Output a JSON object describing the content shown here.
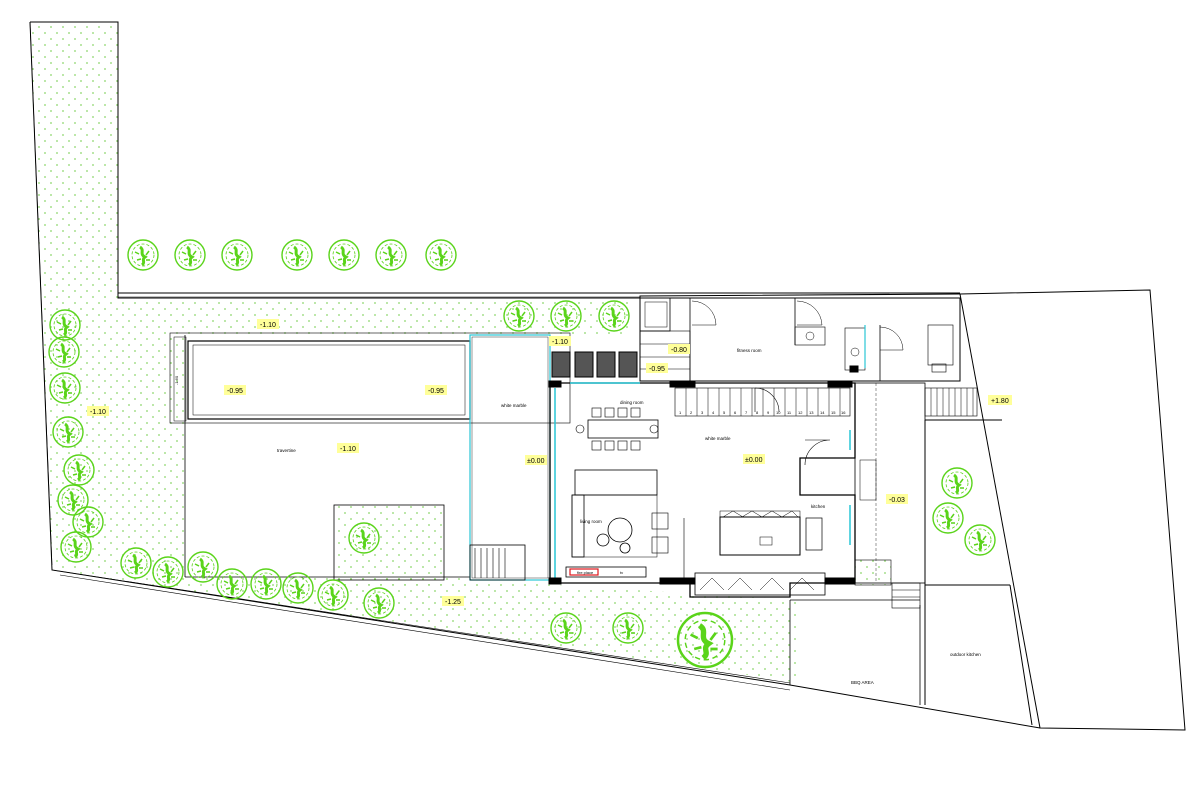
{
  "levels": {
    "top_left": "-1.10",
    "pool_left": "-0.95",
    "pool_right": "-0.95",
    "left_garden": "-1.10",
    "terrace": "-1.10",
    "side_pool_edge": "-1.60",
    "planter": "-1.10",
    "stair_landing": "-0.80",
    "stair_box": "-0.95",
    "passage": "±0.00",
    "house": "±0.00",
    "side_yard": "-0.03",
    "right_garden": "+1.80",
    "south_garden": "-1.25"
  },
  "rooms": {
    "white_marble_left": "white marble",
    "dining_room": "dining room",
    "white_marble_center": "white marble",
    "living_room": "living room",
    "kitchen": "kitchen",
    "fire_place": "fire place",
    "tv": "tv",
    "travertine": "travertine",
    "fitness_room": "fitness room",
    "bbq_area": "BBQ AREA",
    "outdoor_kitchen": "outdoor kitchen"
  },
  "stair_numbers": [
    "1",
    "2",
    "3",
    "4",
    "5",
    "6",
    "7",
    "8",
    "9",
    "10",
    "11",
    "12",
    "13",
    "14",
    "15",
    "16"
  ],
  "colors": {
    "tree": "#5ad41a",
    "glass": "#29c6d6",
    "label_bg": "#ffff99",
    "fire": "#e0161b",
    "lawn_dot": "#8bd66b"
  }
}
